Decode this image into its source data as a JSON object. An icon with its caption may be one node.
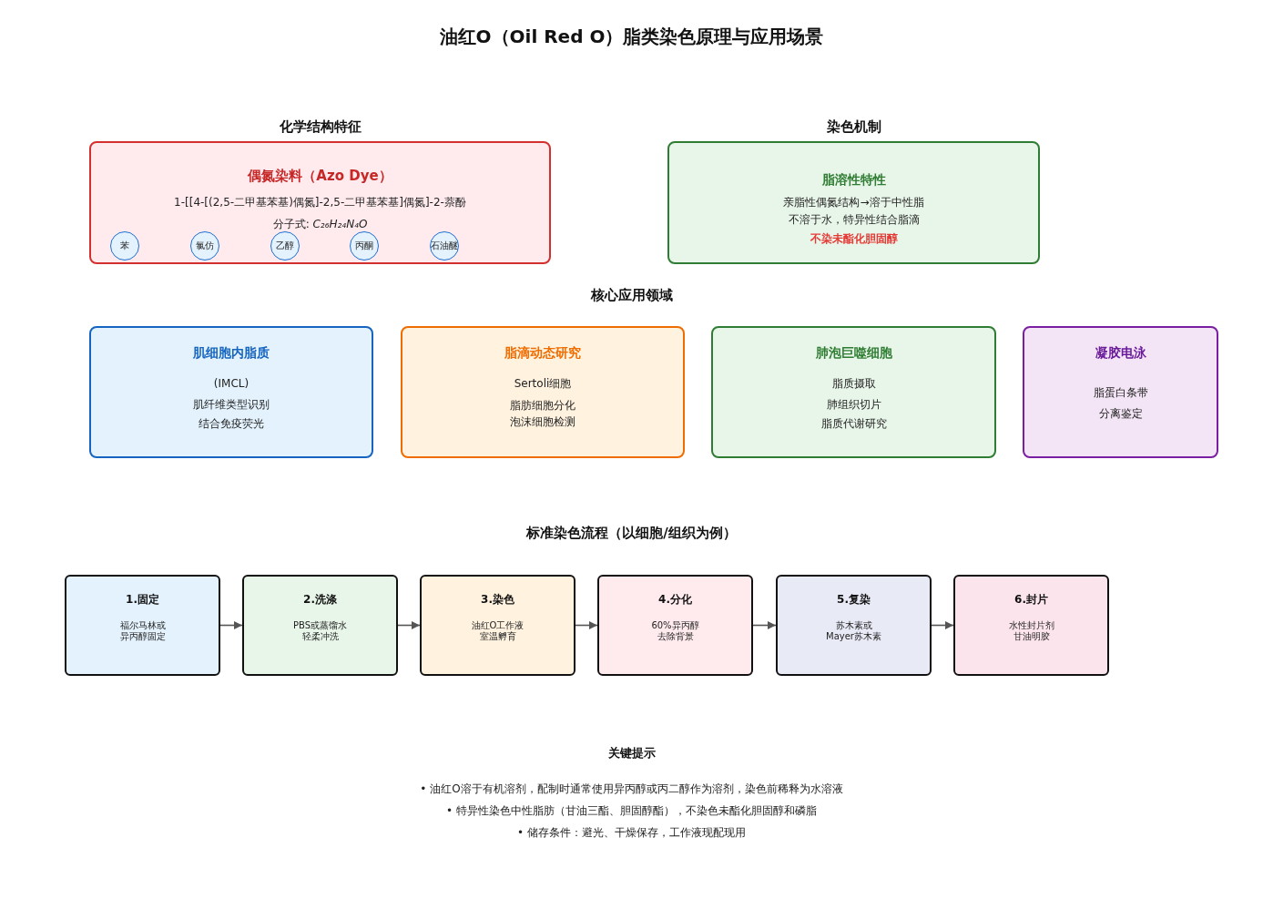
{
  "diagram": {
    "title": "油红O（Oil Red O）脂类染色原理与应用场景",
    "nodes": [
      {
        "text": [
          "化学结构特征",
          "偶氮染料（Azo Dye）",
          "1-[[4-[(2,5-二甲基苯基)偶氮]-2,5-二甲基苯基]偶氮]-2-萘酚",
          "分子式: *C₂₆H₂₄N₄O*"
        ]
      },
      {
        "text": [
          "苯"
        ],
        "in": 0
      },
      {
        "text": [
          "氯仿"
        ],
        "in": 0
      },
      {
        "text": [
          "乙醇"
        ],
        "in": 0
      },
      {
        "text": [
          "丙酮"
        ],
        "in": 0
      },
      {
        "text": [
          "石油醚"
        ],
        "in": 0
      },
      {
        "text": [
          "染色机制",
          "脂溶性特性",
          "亲脂性偶氮结构→溶于中性脂",
          "不溶于水，特异性结合脂滴",
          "不染未酯化胆固醇"
        ]
      },
      {
        "text": [
          "肌细胞内脂质",
          "(IMCL)",
          "肌纤维类型识别",
          "结合免疫荧光"
        ]
      },
      {
        "text": [
          "脂滴动态研究",
          "Sertoli细胞",
          "脂肪细胞分化",
          "泡沫细胞检测"
        ]
      },
      {
        "text": [
          "肺泡巨噬细胞",
          "脂质摄取",
          "肺组织切片",
          "脂质代谢研究"
        ]
      },
      {
        "text": [
          "凝胶电泳",
          "脂蛋白条带",
          "分离鉴定"
        ]
      },
      {
        "text": [
          "1.固定",
          "福尔马林或异丙醇固定"
        ]
      },
      {
        "text": [
          "2.洗涤",
          "PBS或蒸馏水轻柔冲洗"
        ]
      },
      {
        "text": [
          "3.染色",
          "油红O工作液室温孵育"
        ]
      },
      {
        "text": [
          "4.分化",
          "60%异丙醇去除背景"
        ]
      },
      {
        "text": [
          "5.复染",
          "苏木素或Mayer苏木素"
        ]
      },
      {
        "text": [
          "6.封片",
          "水性封片剂甘油明胶"
        ]
      }
    ],
    "edges": [
      {
        "from": 11,
        "to": 12,
        "arrow": "to"
      },
      {
        "from": 12,
        "to": 13,
        "arrow": "to"
      },
      {
        "from": 13,
        "to": 14,
        "arrow": "to"
      },
      {
        "from": 14,
        "to": 15,
        "arrow": "to"
      },
      {
        "from": 15,
        "to": 16,
        "arrow": "to"
      }
    ],
    "labels": [
      "核心应用领域",
      "标准染色流程（以细胞/组织为例）",
      "关键提示",
      "• 油红O溶于有机溶剂，配制时通常使用异丙醇或丙二醇作为溶剂，染色前稀释为水溶液",
      "• 特异性染色中性脂肪（甘油三酯、胆固醇酯），不染色未酯化胆固醇和磷脂",
      "• 储存条件：避光、干燥保存，工作液现配现用"
    ]
  }
}
